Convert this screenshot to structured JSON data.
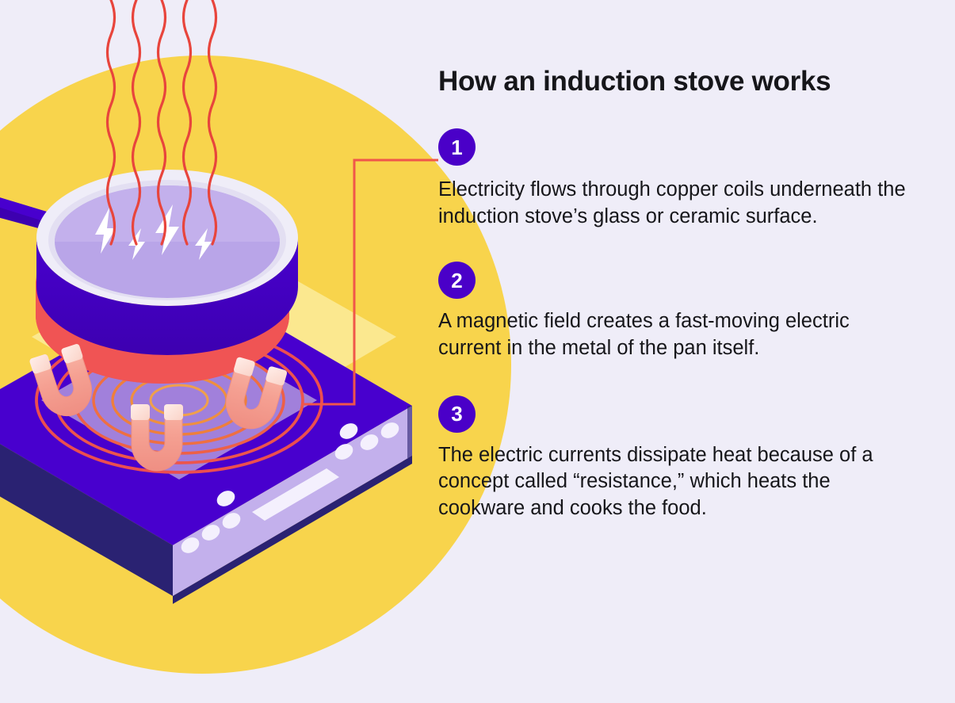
{
  "headline": "How an induction stove works",
  "steps": [
    {
      "number": "1",
      "text": "Electricity flows through copper coils underneath the induction stove’s glass or ceramic surface."
    },
    {
      "number": "2",
      "text": "A magnetic field creates a fast-moving electric current in the metal of the pan itself."
    },
    {
      "number": "3",
      "text": "The electric currents dissipate heat because of a concept called “resistance,” which heats the cookware and cooks the food."
    }
  ],
  "illustration": {
    "title": "induction stove cutaway illustration",
    "elements": [
      "heat-waves",
      "frying-pan",
      "lightning-bolts",
      "red-heat-glow",
      "glass-cooktop",
      "copper-coil-rings",
      "horseshoe-magnets",
      "stove-body",
      "control-panel"
    ]
  },
  "colors": {
    "background": "#efedf8",
    "yellow_circle": "#f8d44c",
    "pale_yellow": "#fbe88f",
    "badge_violet": "#4a00c8",
    "indigo": "#4800ce",
    "indigo_dark": "#2a2272",
    "lavender": "#b9a5e8",
    "lavender_light": "#c9b6ef",
    "panel_lavender": "#c3b0ec",
    "coral_red": "#f05454",
    "magnet_pink": "#f5a394",
    "magnet_tip": "#fcded6",
    "coil_orange": "#f0873c",
    "heat_line": "#e8453c",
    "white": "#ffffff",
    "text": "#16161a"
  }
}
